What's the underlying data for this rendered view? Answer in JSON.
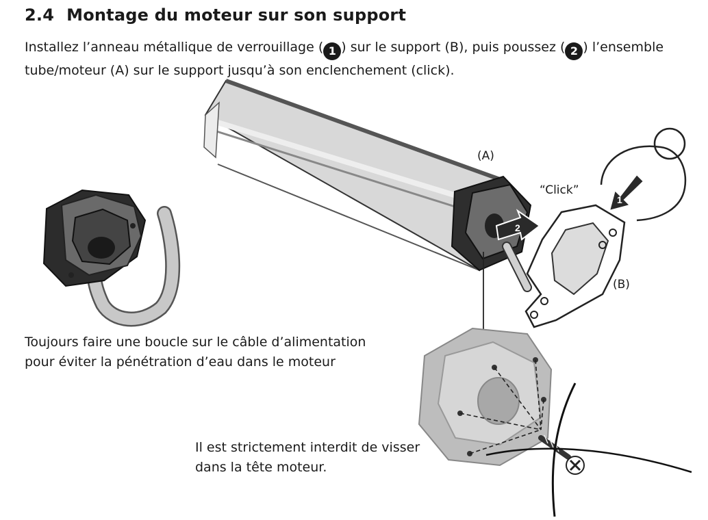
{
  "section": {
    "number": "2.4",
    "title": "Montage du moteur sur son support"
  },
  "instructions": {
    "part1": "Installez l’anneau métallique de verrouillage (",
    "step1_badge": "1",
    "part2": ") sur le support (B), puis poussez (",
    "step2_badge": "2",
    "part3": ") l’ensemble tube/moteur (A) sur le support jusqu’à son enclenchement (click)."
  },
  "illustration": {
    "label_tube_motor": "(A)",
    "label_click": "“Click”",
    "label_bracket": "(B)",
    "arrow_step1": "1",
    "arrow_step2": "2"
  },
  "notes": {
    "cable_loop": "Toujours faire une boucle sur le câble d’alimentation pour éviter la pénétration d’eau dans le moteur",
    "no_screw": "Il est strictement interdit de visser dans la tête moteur."
  }
}
